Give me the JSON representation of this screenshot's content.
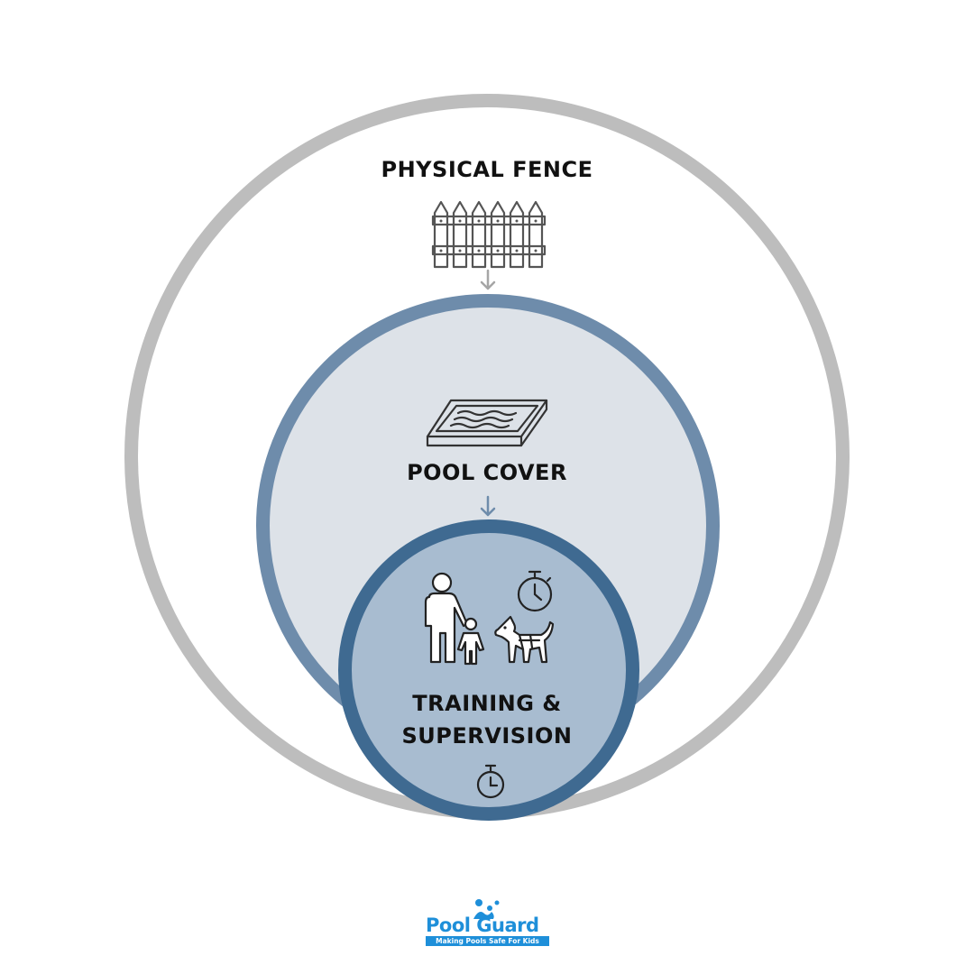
{
  "diagram": {
    "layers": [
      {
        "label": "PHYSICAL FENCE",
        "icon": "fence-icon"
      },
      {
        "label": "POOL COVER",
        "icon": "pool-cover-icon"
      },
      {
        "label_line1": "TRAINING &",
        "label_line2": "SUPERVISION",
        "icons": [
          "adult-child-icon",
          "stopwatch-icon",
          "dog-icon",
          "timer-icon"
        ]
      }
    ],
    "colors": {
      "outer_ring": "#bdbdbd",
      "middle_ring": "#6e8cab",
      "middle_fill": "#dde2e8",
      "inner_ring": "#3f6a91",
      "inner_fill": "#a8bcd0"
    }
  },
  "logo": {
    "name": "Pool Guard",
    "tagline": "Making Pools Safe For Kids"
  }
}
